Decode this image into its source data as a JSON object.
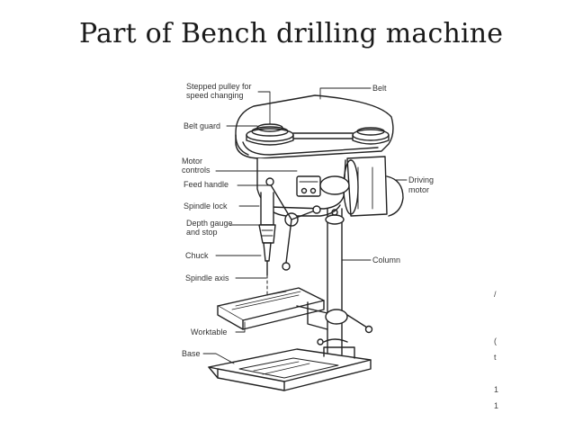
{
  "title": "Part of Bench drilling machine",
  "labels": {
    "stepped_pulley_1": "Stepped pulley for",
    "stepped_pulley_2": "speed changing",
    "belt": "Belt",
    "belt_guard": "Belt guard",
    "motor_controls_1": "Motor",
    "motor_controls_2": "controls",
    "feed_handle": "Feed handle",
    "spindle_lock": "Spindle lock",
    "depth_gauge_1": "Depth gauge",
    "depth_gauge_2": "and stop",
    "chuck": "Chuck",
    "spindle_axis": "Spindle axis",
    "worktable": "Worktable",
    "base": "Base",
    "driving_motor_1": "Driving",
    "driving_motor_2": "motor",
    "column": "Column"
  },
  "stray_marks": [
    "/",
    "(",
    "t",
    "1",
    "1"
  ]
}
